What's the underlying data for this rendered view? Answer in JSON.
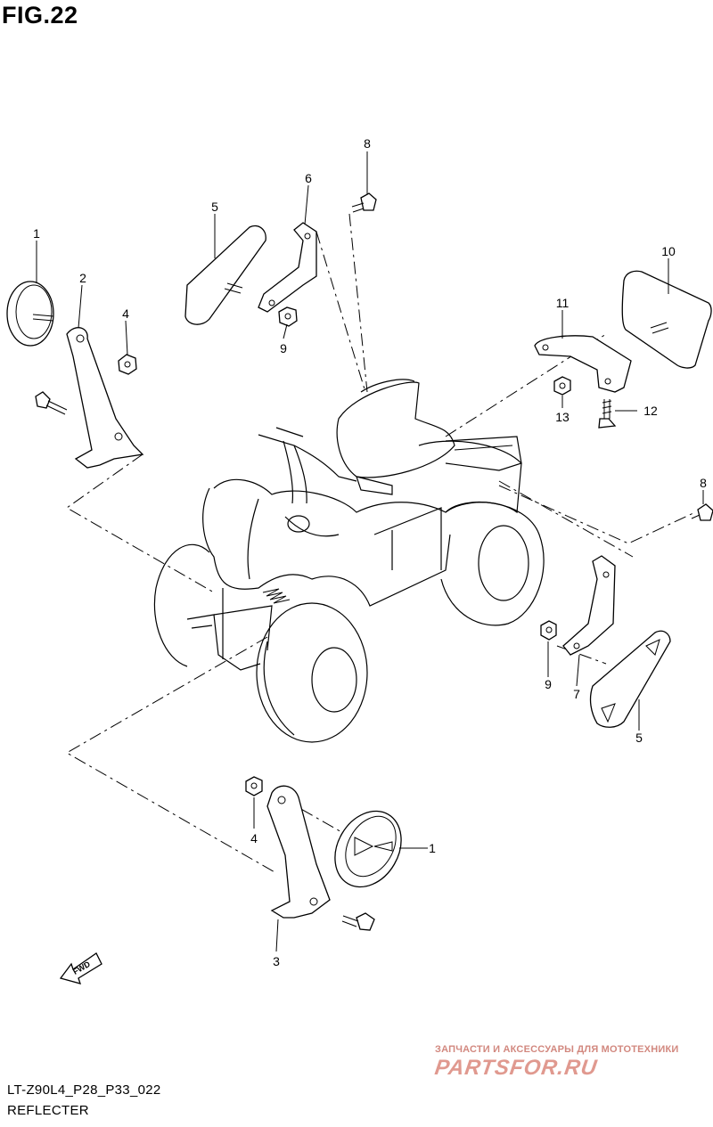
{
  "figure": {
    "title": "FIG.22"
  },
  "footer": {
    "code": "LT-Z90L4_P28_P33_022",
    "name": "REFLECTER"
  },
  "watermark": {
    "subtitle": "ЗАПЧАСТИ И АКСЕССУАРЫ ДЛЯ МОТОТЕХНИКИ",
    "brand": "PARTSFOR.RU"
  },
  "fwd_label": "FWD",
  "callouts": [
    {
      "id": "c1a",
      "text": "1"
    },
    {
      "id": "c2",
      "text": "2"
    },
    {
      "id": "c4a",
      "text": "4"
    },
    {
      "id": "c5a",
      "text": "5"
    },
    {
      "id": "c6",
      "text": "6"
    },
    {
      "id": "c8a",
      "text": "8"
    },
    {
      "id": "c9a",
      "text": "9"
    },
    {
      "id": "c10",
      "text": "10"
    },
    {
      "id": "c11",
      "text": "11"
    },
    {
      "id": "c12",
      "text": "12"
    },
    {
      "id": "c13",
      "text": "13"
    },
    {
      "id": "c8b",
      "text": "8"
    },
    {
      "id": "c9b",
      "text": "9"
    },
    {
      "id": "c7",
      "text": "7"
    },
    {
      "id": "c5b",
      "text": "5"
    },
    {
      "id": "c4b",
      "text": "4"
    },
    {
      "id": "c1b",
      "text": "1"
    },
    {
      "id": "c3",
      "text": "3"
    }
  ],
  "colors": {
    "line": "#000000",
    "watermark": "#e0998f",
    "background": "#ffffff"
  }
}
